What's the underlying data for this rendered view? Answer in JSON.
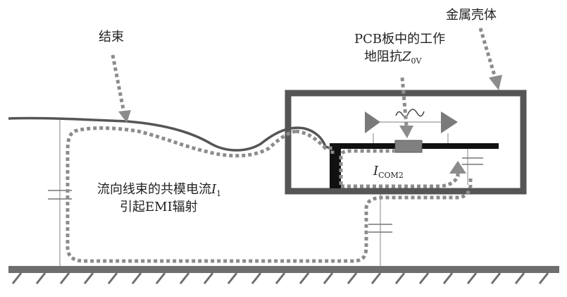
{
  "labels": {
    "harness": "结束",
    "pcb_line1": "PCB板中的工作",
    "pcb_line2_prefix": "地阻抗",
    "pcb_line2_var": "Z",
    "pcb_line2_sub": "0V",
    "housing": "金属壳体",
    "current_var": "I",
    "current_sub": "COM2",
    "desc_line1_prefix": "流向线束的共模电流",
    "desc_line1_var": "I",
    "desc_line1_sub": "1",
    "desc_line2": "引起EMI辐射"
  },
  "colors": {
    "wire": "#555555",
    "dotted_path": "#8c8c8c",
    "housing": "#555555",
    "trace": "#111111",
    "impedance": "#808080",
    "triangle": "#7a7a7a",
    "ground": "#6e6e6e"
  }
}
